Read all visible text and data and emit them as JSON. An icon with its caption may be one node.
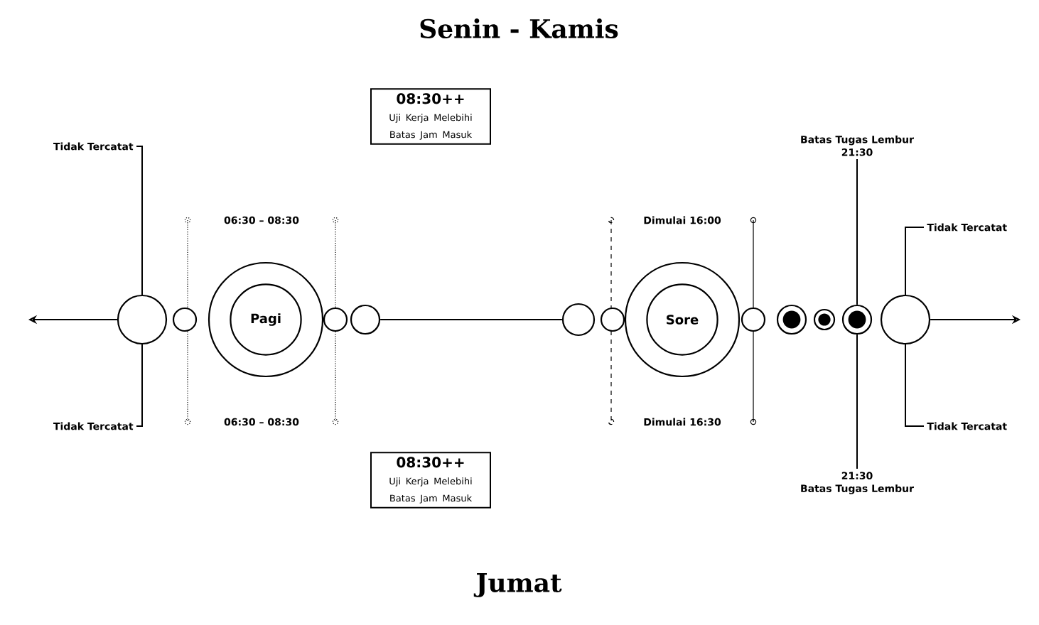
{
  "diagram": {
    "title": "Senin - Kamis",
    "nodes": [
      {
        "text": [],
        "shape": "circle"
      },
      {
        "text": [],
        "shape": "circle"
      },
      {
        "text": [
          "Pagi"
        ]
      },
      {
        "text": [],
        "shape": "circle"
      },
      {
        "text": [],
        "shape": "circle"
      },
      {
        "text": [],
        "shape": "circle"
      },
      {
        "text": [],
        "shape": "circle"
      },
      {
        "text": [
          "Sore"
        ]
      },
      {
        "text": [],
        "shape": "circle"
      },
      {
        "text": [],
        "shape": "dot"
      },
      {
        "text": [],
        "shape": "dot"
      },
      {
        "text": [],
        "shape": "dot"
      },
      {
        "text": [],
        "shape": "circle"
      },
      {
        "text": [
          "Tidak Tercatat"
        ]
      },
      {
        "text": [
          "Tidak Tercatat"
        ]
      },
      {
        "text": [
          "Batas Tugas Lembur",
          "21:30"
        ]
      },
      {
        "text": [
          "21:30",
          "Batas Tugas Lembur"
        ]
      },
      {
        "text": [
          "Tidak Tercatat"
        ]
      },
      {
        "text": [
          "Tidak Tercatat"
        ]
      },
      {
        "text": [
          "08:30++",
          "Uji Kerja Melebihi Batas Jam Masuk"
        ]
      },
      {
        "text": [
          "08:30++",
          "Uji Kerja Melebihi Batas Jam Masuk"
        ]
      }
    ],
    "edges": [
      {
        "from": 0,
        "to": null,
        "arrow": "to"
      },
      {
        "from": 4,
        "to": 5,
        "arrow": "none"
      },
      {
        "from": 12,
        "to": null,
        "arrow": "to"
      },
      {
        "from": 13,
        "to": 0,
        "arrow": "none"
      },
      {
        "from": 0,
        "to": 14,
        "arrow": "none"
      },
      {
        "from": 15,
        "to": 11,
        "arrow": "none"
      },
      {
        "from": 11,
        "to": 16,
        "arrow": "none"
      },
      {
        "from": 17,
        "to": 12,
        "arrow": "none"
      },
      {
        "from": 12,
        "to": 18,
        "arrow": "none"
      }
    ],
    "labels": [
      "06:30 – 08:30",
      "Dimulai 16:00",
      "06:30 – 08:30",
      "Dimulai 16:30",
      "Jumat"
    ]
  }
}
